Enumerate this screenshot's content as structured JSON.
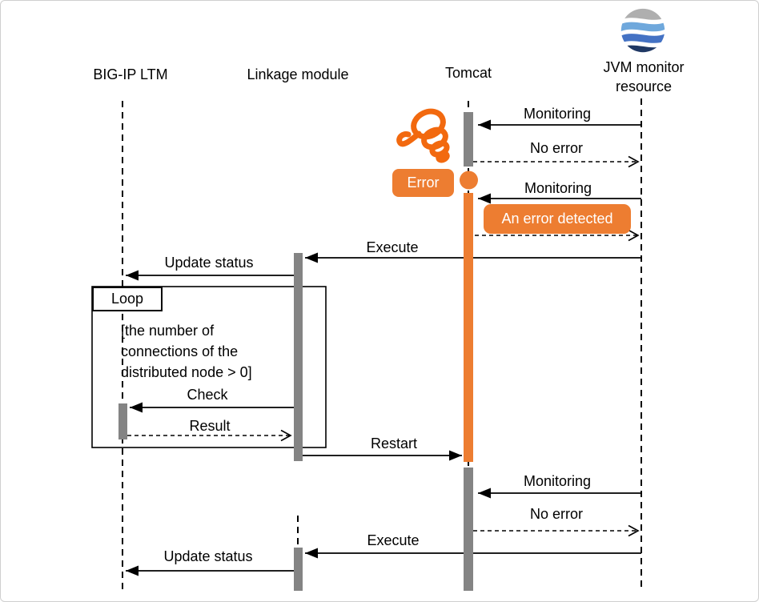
{
  "actors": {
    "bigip": "BIG-IP LTM",
    "linkage": "Linkage module",
    "tomcat": "Tomcat",
    "jvm_line1": "JVM monitor",
    "jvm_line2": "resource"
  },
  "messages": {
    "monitoring1": "Monitoring",
    "no_error1": "No error",
    "monitoring2": "Monitoring",
    "execute1": "Execute",
    "update_status1": "Update status",
    "check": "Check",
    "result": "Result",
    "restart": "Restart",
    "monitoring3": "Monitoring",
    "no_error2": "No error",
    "execute2": "Execute",
    "update_status2": "Update status"
  },
  "badges": {
    "error": "Error",
    "error_detected": "An error detected"
  },
  "loop": {
    "title": "Loop",
    "guard_line1": "[the number of",
    "guard_line2": "connections of the",
    "guard_line3": "distributed node > 0]"
  },
  "icons": {
    "globe": "globe-icon",
    "scribble": "error-scribble-icon"
  },
  "colors": {
    "accent_orange": "#ED7D31",
    "scribble_orange": "#F2690F",
    "activation_gray": "#848484",
    "line_black": "#000000",
    "globe_gray": "#AFAFAF",
    "globe_light_blue": "#6FA8DC",
    "globe_blue": "#4472C4",
    "globe_navy": "#1F3864"
  }
}
